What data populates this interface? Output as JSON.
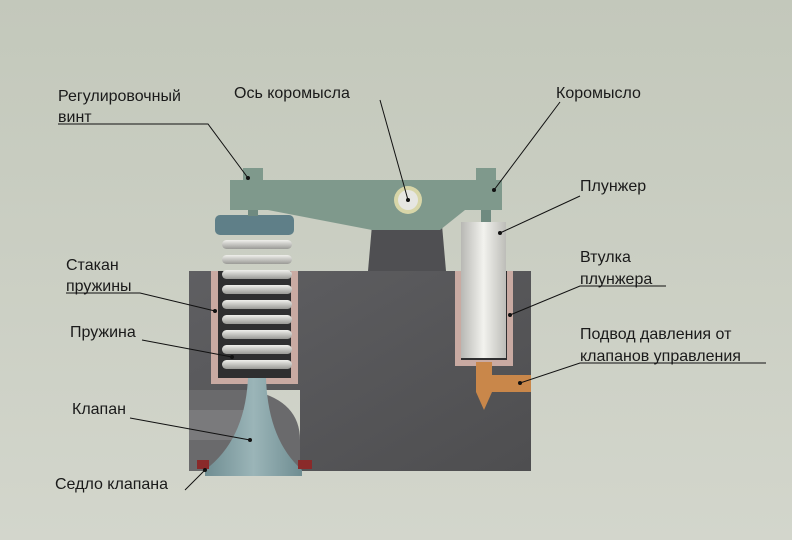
{
  "labels": {
    "adjusting_screw_1": "Регулировочный",
    "adjusting_screw_2": "винт",
    "rocker_axis": "Ось коромысла",
    "rocker": "Коромысло",
    "plunger": "Плунжер",
    "plunger_sleeve_1": "Втулка",
    "plunger_sleeve_2": "плунжера",
    "pressure_supply_1": "Подвод давления от",
    "pressure_supply_2": "клапанов управления",
    "spring_cup_1": "Стакан",
    "spring_cup_2": "пружины",
    "spring": "Пружина",
    "valve": "Клапан",
    "valve_seat": "Седло клапана"
  },
  "colors": {
    "background": "#c9cdc1",
    "block": "#5a5a5c",
    "rocker": "#7f998c",
    "cup": "#c9aaa2",
    "fitting": "#c9874a",
    "seat": "#8a2a2a"
  }
}
